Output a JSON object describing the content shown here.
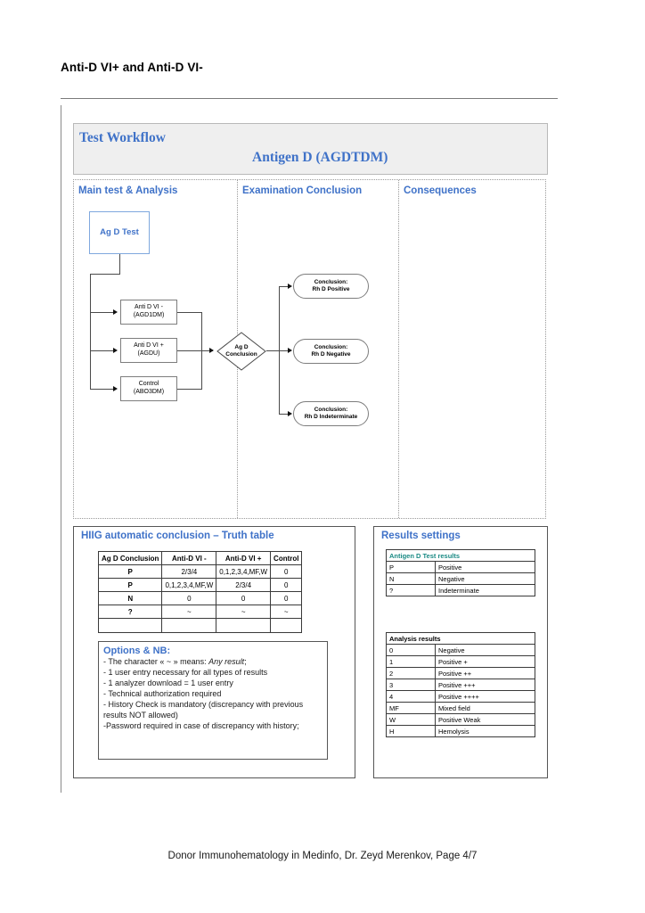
{
  "page": {
    "title": "Anti-D VI+ and Anti-D VI-",
    "footer": "Donor Immunohematology in Medinfo, Dr. Zeyd Merenkov, Page 4/7"
  },
  "workflow": {
    "header_left": "Test Workflow",
    "header_right": "Antigen D (AGDTDM)",
    "columns": [
      {
        "label": "Main test & Analysis"
      },
      {
        "label": "Examination Conclusion"
      },
      {
        "label": "Consequences"
      }
    ],
    "nodes": {
      "start": "Ag D Test",
      "test_a_line1": "Anti D VI -",
      "test_a_line2": "(AGD1DM)",
      "test_b_line1": "Anti D VI +",
      "test_b_line2": "(AGDU)",
      "control_line1": "Control",
      "control_line2": "(ABO3DM)",
      "decision_line1": "Ag D",
      "decision_line2": "Conclusion",
      "outcome1_line1": "Conclusion:",
      "outcome1_line2": "Rh D Positive",
      "outcome2_line1": "Conclusion:",
      "outcome2_line2": "Rh D Negative",
      "outcome3_line1": "Conclusion:",
      "outcome3_line2": "Rh D Indeterminate"
    }
  },
  "truth_panel": {
    "title": "HIIG automatic conclusion – Truth table",
    "headers": [
      "Ag D Conclusion",
      "Anti-D VI -",
      "Anti-D VI +",
      "Control"
    ],
    "rows": [
      [
        "P",
        "2/3/4",
        "0,1,2,3,4,MF,W",
        "0"
      ],
      [
        "P",
        "0,1,2,3,4,MF,W",
        "2/3/4",
        "0"
      ],
      [
        "N",
        "0",
        "0",
        "0"
      ],
      [
        "?",
        "~",
        "~",
        "~"
      ],
      [
        "",
        "",
        "",
        ""
      ]
    ]
  },
  "options": {
    "title": "Options & NB:",
    "lines": [
      "- The character « ~ » means: ",
      "- 1 user entry necessary for all types of results",
      "- 1 analyzer download = 1 user entry",
      "- Technical authorization required",
      "- History Check is mandatory (discrepancy with previous results NOT allowed)",
      "-Password required in case of discrepancy with history;"
    ],
    "italic_phrase": "Any result",
    "italic_suffix": ";"
  },
  "results_settings": {
    "title": "Results settings",
    "antigen_table": {
      "header": "Antigen D Test results",
      "rows": [
        [
          "P",
          "Positive"
        ],
        [
          "N",
          "Negative"
        ],
        [
          "?",
          "Indeterminate"
        ]
      ]
    },
    "analysis_table": {
      "header": "Analysis results",
      "rows": [
        [
          "0",
          "Negative"
        ],
        [
          "1",
          "Positive +"
        ],
        [
          "2",
          "Positive ++"
        ],
        [
          "3",
          "Positive +++"
        ],
        [
          "4",
          "Positive ++++"
        ],
        [
          "MF",
          "Mixed field"
        ],
        [
          "W",
          "Positive Weak"
        ],
        [
          "H",
          "Hemolysis"
        ]
      ]
    }
  },
  "colors": {
    "heading_blue": "#3f72c8",
    "table_header_teal": "#1a8a84",
    "panel_bg": "#efefef"
  }
}
